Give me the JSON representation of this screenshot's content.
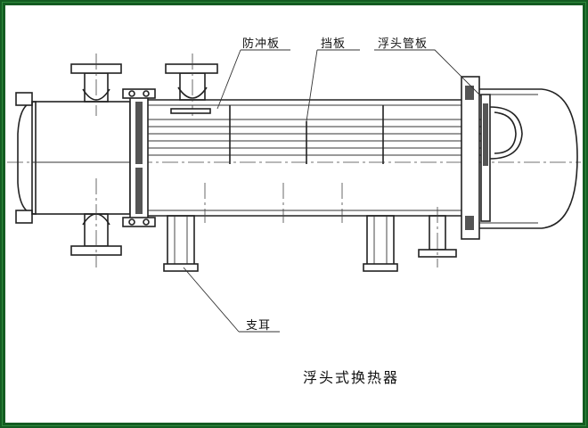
{
  "labels": {
    "impingement_plate": "防冲板",
    "baffle": "挡板",
    "floating_head_tubesheet": "浮头管板",
    "support": "支耳"
  },
  "caption": "浮头式换热器",
  "colors": {
    "frame": "#145c22",
    "line": "#222222",
    "background": "#ffffff"
  }
}
